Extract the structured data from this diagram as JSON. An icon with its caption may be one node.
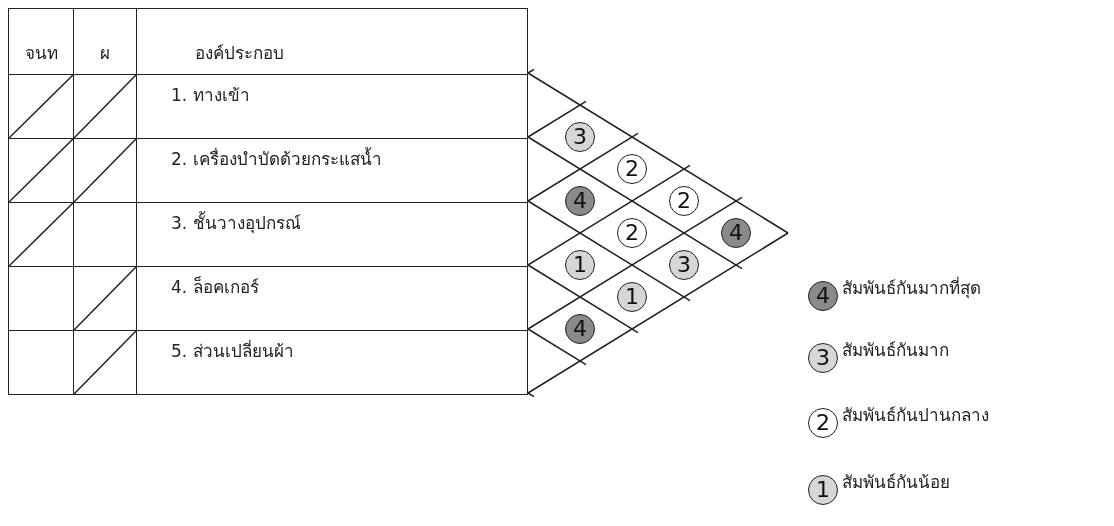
{
  "diagram": {
    "labels": [
      "จนท",
      "ผ",
      "องค์ประกอบ",
      "1. ทางเข้า",
      "2. เครื่องบำบัดด้วยกระแสน้ำ",
      "3. ชั้นวางอุปกรณ์",
      "4. ล็อคเกอร์",
      "5. ส่วนเปลี่ยนผ้า",
      "3",
      "2",
      "2",
      "4",
      "4",
      "2",
      "3",
      "1",
      "1",
      "4",
      "4",
      "3",
      "2",
      "1"
    ],
    "legend": [
      {
        "text": "สัมพันธ์กันมากที่สุด"
      },
      {
        "text": "สัมพันธ์กันมาก"
      },
      {
        "text": "สัมพันธ์กันปานกลาง"
      },
      {
        "text": "สัมพันธ์กันน้อย"
      }
    ]
  }
}
